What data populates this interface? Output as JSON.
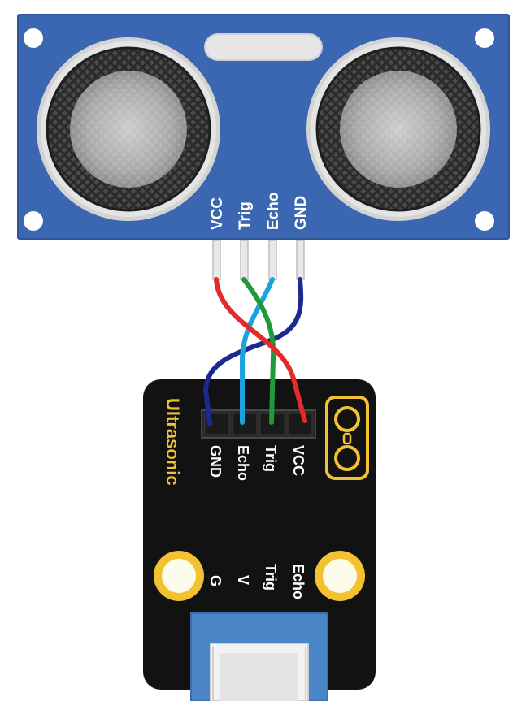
{
  "sensor": {
    "pins": [
      "VCC",
      "Trig",
      "Echo",
      "GND"
    ]
  },
  "adapter": {
    "title": "Ultrasonic",
    "header_pins": [
      "GND",
      "Echo",
      "Trig",
      "VCC"
    ],
    "hole_labels": {
      "left_top": "G",
      "left_bottom": "V",
      "right_top": "Echo",
      "right_bottom": "Trig"
    }
  },
  "colors": {
    "sensor_board": "#3b66b1",
    "adapter_board": "#121212",
    "silkscreen_gold": "#f2c233",
    "wire_vcc": "#e32b2b",
    "wire_trig": "#1e9a3a",
    "wire_echo": "#1aa3e0",
    "wire_gnd": "#1c2a8f",
    "connector_blue": "#4a86c7"
  }
}
